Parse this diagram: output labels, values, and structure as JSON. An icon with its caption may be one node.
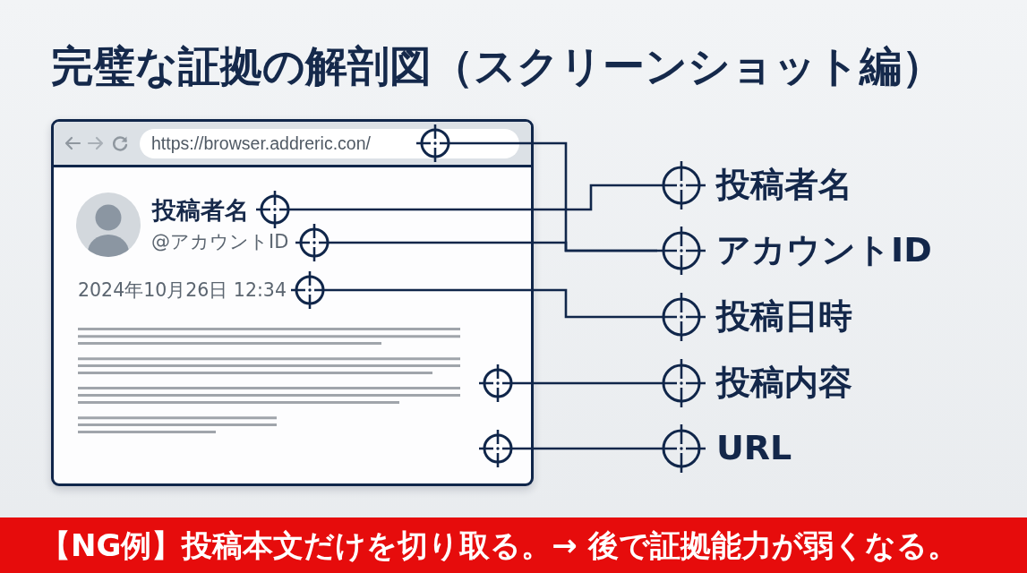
{
  "diagram": {
    "title": "完璧な証拠の解剖図（スクリーンショット編）",
    "nodes": [
      {
        "text": [
          "https://browser.addreric.con/",
          "投稿者名",
          "@アカウントID",
          "2024年10月26日 12:34"
        ]
      },
      {
        "text": [],
        "shape": "circle",
        "in": 0
      },
      {
        "text": [],
        "shape": "circle",
        "in": 0
      },
      {
        "text": [],
        "shape": "circle",
        "in": 0
      },
      {
        "text": [],
        "shape": "circle",
        "in": 0
      },
      {
        "text": [],
        "shape": "circle",
        "in": 0
      },
      {
        "text": [],
        "shape": "circle",
        "in": 0
      },
      {
        "text": [
          "投稿者名"
        ]
      },
      {
        "text": [
          "アカウントID"
        ]
      },
      {
        "text": [
          "投稿日時"
        ]
      },
      {
        "text": [
          "投稿内容"
        ]
      },
      {
        "text": [
          "URL"
        ]
      },
      {
        "text": [
          "【NG例】投稿本文だけを切り取る。→ 後で証拠能力が弱くなる。"
        ]
      }
    ],
    "edges": [
      {
        "from": 7,
        "to": 2,
        "arrow": "none"
      },
      {
        "from": 8,
        "to": 1,
        "arrow": "none"
      },
      {
        "from": 8,
        "to": 3,
        "arrow": "none"
      },
      {
        "from": 9,
        "to": 4,
        "arrow": "none"
      },
      {
        "from": 10,
        "to": 5,
        "arrow": "none"
      },
      {
        "from": 11,
        "to": 6,
        "arrow": "none"
      }
    ]
  }
}
